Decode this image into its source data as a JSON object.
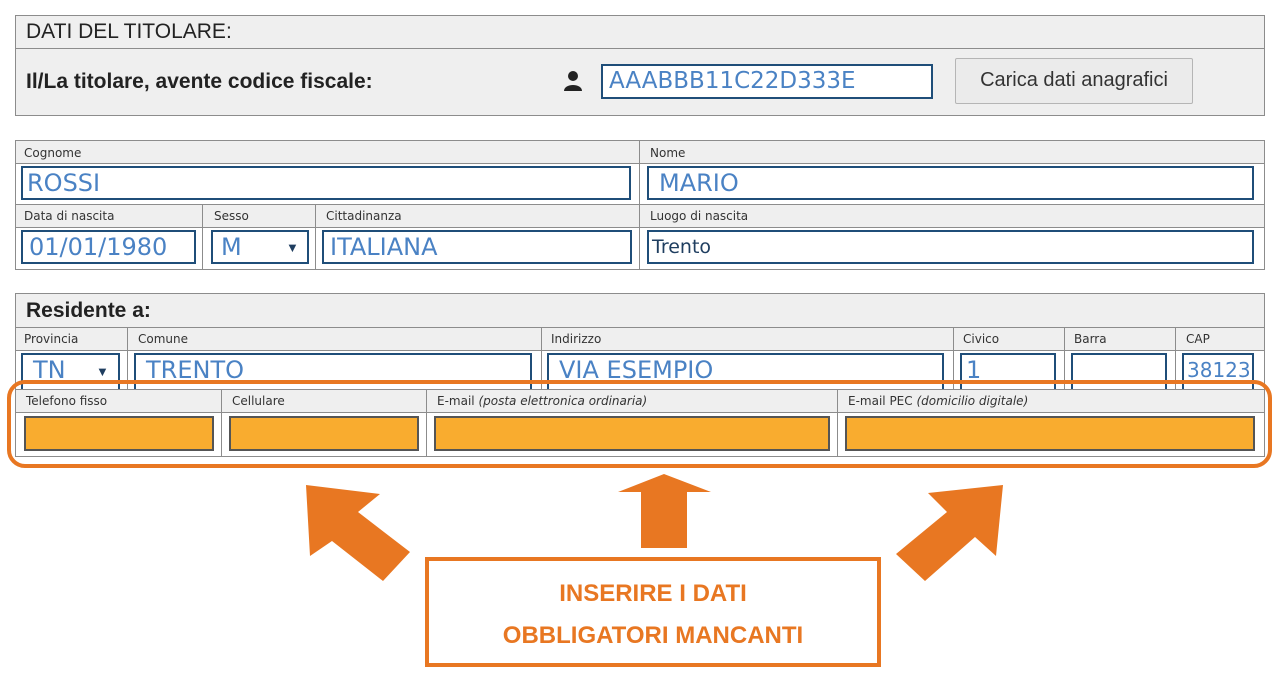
{
  "holder": {
    "title": "DATI DEL TITOLARE:",
    "fiscal_label": "Il/La titolare, avente codice fiscale:",
    "fiscal_code": "AAABBB11C22D333E",
    "load_button": "Carica dati anagrafici"
  },
  "person": {
    "surname_label": "Cognome",
    "surname": "ROSSI",
    "name_label": "Nome",
    "name": "MARIO",
    "birthdate_label": "Data di nascita",
    "birthdate": "01/01/1980",
    "sex_label": "Sesso",
    "sex": "M",
    "citizenship_label": "Cittadinanza",
    "citizenship": "ITALIANA",
    "birthplace_label": "Luogo di nascita",
    "birthplace": "Trento"
  },
  "residence": {
    "title": "Residente a:",
    "province_label": "Provincia",
    "province": "TN",
    "municipality_label": "Comune",
    "municipality": "TRENTO",
    "address_label": "Indirizzo",
    "address": "VIA ESEMPIO",
    "civic_label": "Civico",
    "civic": "1",
    "bar_label": "Barra",
    "bar": "",
    "cap_label": "CAP",
    "cap": "38123"
  },
  "contacts": {
    "phone_label": "Telefono fisso",
    "phone": "",
    "mobile_label": "Cellulare",
    "mobile": "",
    "email_label": "E-mail",
    "email_note": "(posta elettronica ordinaria)",
    "email": "",
    "pec_label": "E-mail PEC",
    "pec_note": "(domicilio digitale)",
    "pec": ""
  },
  "callout": {
    "line1": "INSERIRE I DATI",
    "line2": "OBBLIGATORI MANCANTI"
  },
  "colors": {
    "accent": "#e87722",
    "required_fill": "#f9ac2f",
    "input_border": "#1f4e79",
    "input_text": "#4a82c4"
  },
  "icons": {
    "user": "user-icon",
    "dropdown": "caret-down-icon",
    "arrow": "arrow-icon"
  }
}
